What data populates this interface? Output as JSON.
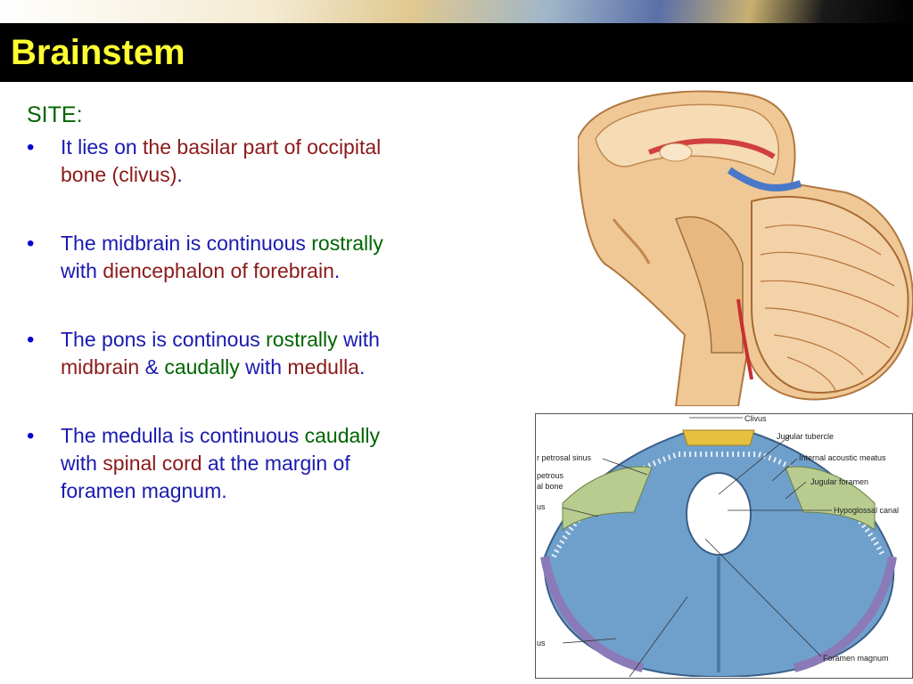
{
  "slide": {
    "title": "Brainstem",
    "site_heading": "SITE:",
    "bullets": [
      {
        "segments": [
          {
            "text": "It lies on ",
            "color": "blue"
          },
          {
            "text": "the basilar part of occipital bone (clivus)",
            "color": "red"
          },
          {
            "text": ".",
            "color": "blue"
          }
        ]
      },
      {
        "segments": [
          {
            "text": "The midbrain is continuous ",
            "color": "blue"
          },
          {
            "text": "rostrally",
            "color": "green"
          },
          {
            "text": " with ",
            "color": "blue"
          },
          {
            "text": "diencephalon of forebrain",
            "color": "red"
          },
          {
            "text": ".",
            "color": "blue"
          }
        ]
      },
      {
        "segments": [
          {
            "text": "The pons is continous ",
            "color": "blue"
          },
          {
            "text": "rostrally",
            "color": "green"
          },
          {
            "text": " with ",
            "color": "blue"
          },
          {
            "text": "midbrain",
            "color": "red"
          },
          {
            "text": " & ",
            "color": "blue"
          },
          {
            "text": "caudally",
            "color": "green"
          },
          {
            "text": " with ",
            "color": "blue"
          },
          {
            "text": "medulla",
            "color": "red"
          },
          {
            "text": ".",
            "color": "blue"
          }
        ]
      },
      {
        "segments": [
          {
            "text": "The medulla is continuous ",
            "color": "blue"
          },
          {
            "text": "caudally",
            "color": "green"
          },
          {
            "text": " with ",
            "color": "blue"
          },
          {
            "text": "spinal cord",
            "color": "red"
          },
          {
            "text": " at the margin of foramen magnum",
            "color": "blue"
          },
          {
            "text": ".",
            "color": "blue"
          }
        ]
      }
    ]
  },
  "figure_skull_base": {
    "labels": {
      "clivus": "Clivus",
      "jugular_tubercle": "Jugular tubercle",
      "internal_acoustic_meatus": "Internal acoustic meatus",
      "jugular_foramen": "Jugular foramen",
      "hypoglossal_canal": "Hypoglossal canal",
      "foramen_magnum": "Foramen magnum",
      "petrosal_sinus": "r petrosal sinus",
      "petrous_1": "petrous",
      "petrous_2": "al bone",
      "us_1": "us",
      "us_2": "us"
    }
  },
  "colors": {
    "title_bg": "#000000",
    "title_text": "#ffff33",
    "blue": "#1a1ab0",
    "red": "#8b1a1a",
    "green": "#006400"
  },
  "icons": {
    "bullet": "•",
    "figure_brain": "brain-sagittal-section-illustration",
    "figure_skull": "posterior-cranial-fossa-illustration"
  }
}
